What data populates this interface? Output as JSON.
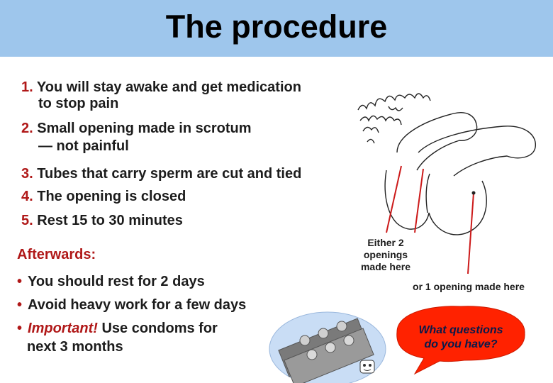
{
  "header": {
    "title": "The procedure"
  },
  "steps": [
    {
      "num": "1.",
      "text": "You will stay awake and get medication",
      "cont": "to stop pain"
    },
    {
      "num": "2.",
      "text": "Small opening made in scrotum",
      "cont": "— not painful"
    },
    {
      "num": "3.",
      "text": "Tubes that carry sperm are cut and tied",
      "cont": ""
    },
    {
      "num": "4.",
      "text": "The opening is closed",
      "cont": ""
    },
    {
      "num": "5.",
      "text": "Rest 15 to 30 minutes",
      "cont": ""
    }
  ],
  "afterwards": {
    "title": "Afterwards:",
    "bullets": [
      {
        "text": "You should rest for 2 days"
      },
      {
        "text": "Avoid heavy work for a few days"
      },
      {
        "emphasis": "Important!",
        "text": " Use condoms for",
        "cont": "next 3 months"
      }
    ]
  },
  "labels": {
    "two_openings": [
      "Either 2",
      "openings",
      "made here"
    ],
    "one_opening": "or 1 opening made here"
  },
  "question": [
    "What questions",
    "do you have?"
  ],
  "colors": {
    "title_bar": "#9ec6ec",
    "accent_red": "#b01818",
    "question_bubble": "#ff2200",
    "oval": "#c9ddf5"
  }
}
